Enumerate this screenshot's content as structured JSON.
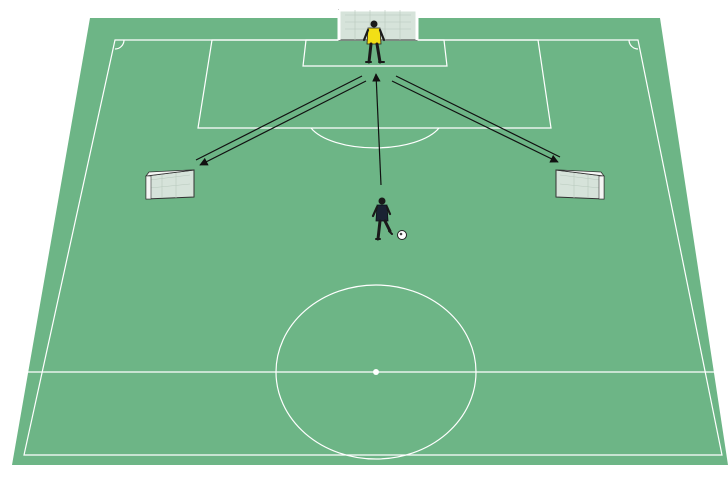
{
  "colors": {
    "pitch": "#6db586",
    "lines": "#ffffff",
    "net": "#d6e3da",
    "frame": "#f4f6f4",
    "arrow": "#111111",
    "goalkeeper_shirt": "#f2df16",
    "player_kit": "#1a2233"
  },
  "elements": {
    "main_goal": "goal",
    "mini_goals": [
      "mini-goal-left",
      "mini-goal-right"
    ],
    "players": [
      "goalkeeper",
      "striker"
    ],
    "ball": "ball",
    "passes": [
      "goalkeeper-to-left-goal",
      "goalkeeper-to-right-goal"
    ],
    "runs": [
      "striker-to-goalkeeper"
    ]
  }
}
